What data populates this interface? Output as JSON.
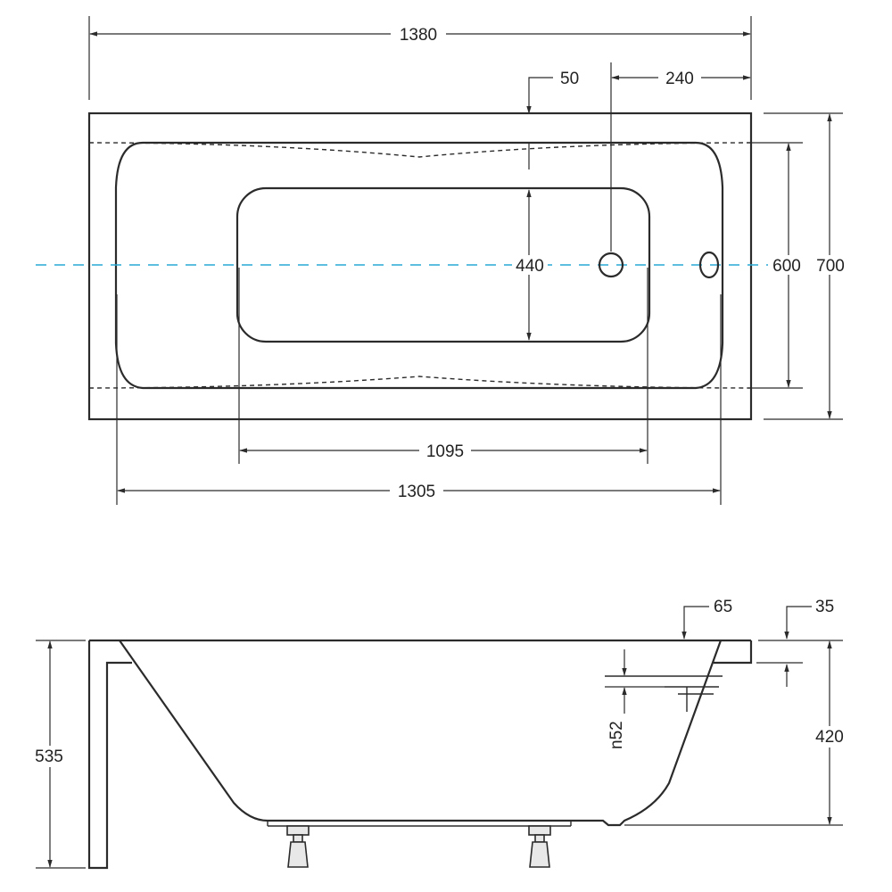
{
  "top_view": {
    "dims": {
      "overall_length": "1380",
      "rim_offset": "50",
      "drain_offset": "240",
      "bottom_width": "440",
      "inner_width": "600",
      "overall_width": "700",
      "bottom_length": "1095",
      "inner_length": "1305"
    }
  },
  "side_view": {
    "dims": {
      "rim_width": "65",
      "rim_thickness": "35",
      "overflow_height": "n52",
      "tub_depth": "420",
      "total_height": "535"
    }
  },
  "colors": {
    "line": "#2b2b2b",
    "axis": "#29a9d6"
  }
}
